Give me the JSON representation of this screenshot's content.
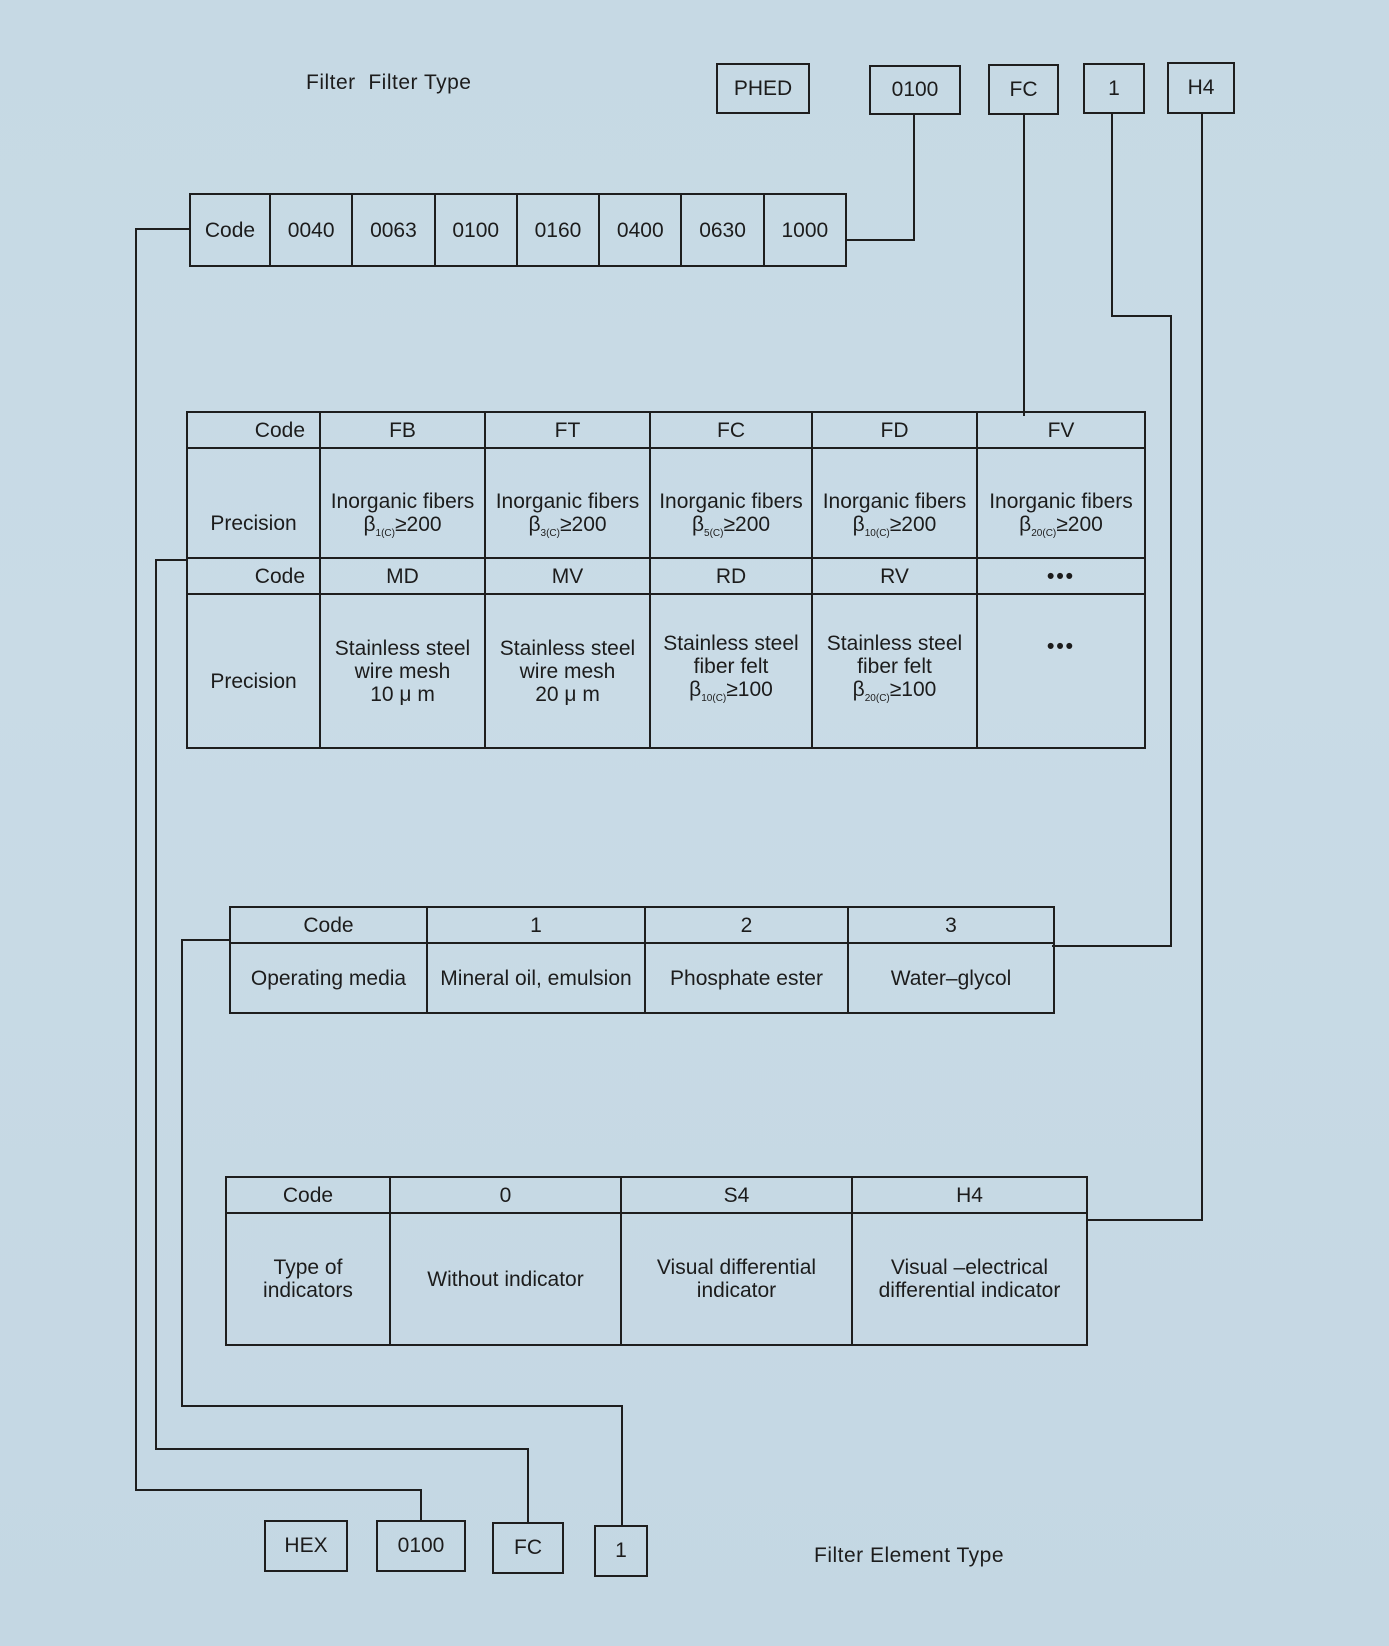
{
  "header": {
    "title": "Filter  Filter Type"
  },
  "filter_type_code": [
    "PHED",
    "0100",
    "FC",
    "1",
    "H4"
  ],
  "size_table": {
    "header": "Code",
    "codes": [
      "0040",
      "0063",
      "0100",
      "0160",
      "0400",
      "0630",
      "1000"
    ]
  },
  "precision_table": {
    "row1_header": "Code",
    "row1_codes": [
      "FB",
      "FT",
      "FC",
      "FD",
      "FV"
    ],
    "row2_header": "Precision",
    "row2_cells": [
      {
        "line1": "Inorganic fibers",
        "beta": "β",
        "sub": "1(C)",
        "rest": "≥200"
      },
      {
        "line1": "Inorganic fibers",
        "beta": "β",
        "sub": "3(C)",
        "rest": "≥200"
      },
      {
        "line1": "Inorganic fibers",
        "beta": "β",
        "sub": "5(C)",
        "rest": "≥200"
      },
      {
        "line1": "Inorganic fibers",
        "beta": "β",
        "sub": "10(C)",
        "rest": "≥200"
      },
      {
        "line1": "Inorganic fibers",
        "beta": "β",
        "sub": "20(C)",
        "rest": "≥200"
      }
    ],
    "row3_header": "Code",
    "row3_codes": [
      "MD",
      "MV",
      "RD",
      "RV",
      "•••"
    ],
    "row4_header": "Precision",
    "row4_cells": [
      {
        "line1": "Stainless steel",
        "line2": "wire mesh",
        "line3": "10 μ m"
      },
      {
        "line1": "Stainless steel",
        "line2": "wire mesh",
        "line3": "20 μ m"
      },
      {
        "line1": "Stainless steel",
        "line2": "fiber felt",
        "beta": "β",
        "sub": "10(C)",
        "rest": "≥100"
      },
      {
        "line1": "Stainless steel",
        "line2": "fiber felt",
        "beta": "β",
        "sub": "20(C)",
        "rest": "≥100"
      }
    ],
    "row4_last": "•••"
  },
  "media_table": {
    "row1_header": "Code",
    "codes": [
      "1",
      "2",
      "3"
    ],
    "row2_header": "Operating media",
    "media": [
      "Mineral oil, emulsion",
      "Phosphate ester",
      "Water–glycol"
    ]
  },
  "indicator_table": {
    "row1_header": "Code",
    "codes": [
      "0",
      "S4",
      "H4"
    ],
    "row2_header_line1": "Type of",
    "row2_header_line2": "indicators",
    "types": [
      {
        "line1": "Without indicator",
        "line2": ""
      },
      {
        "line1": "Visual differential",
        "line2": "indicator"
      },
      {
        "line1": "Visual –electrical",
        "line2": "differential indicator"
      }
    ]
  },
  "element_type_code": [
    "HEX",
    "0100",
    "FC",
    "1"
  ],
  "footer": {
    "title": "Filter Element Type"
  }
}
